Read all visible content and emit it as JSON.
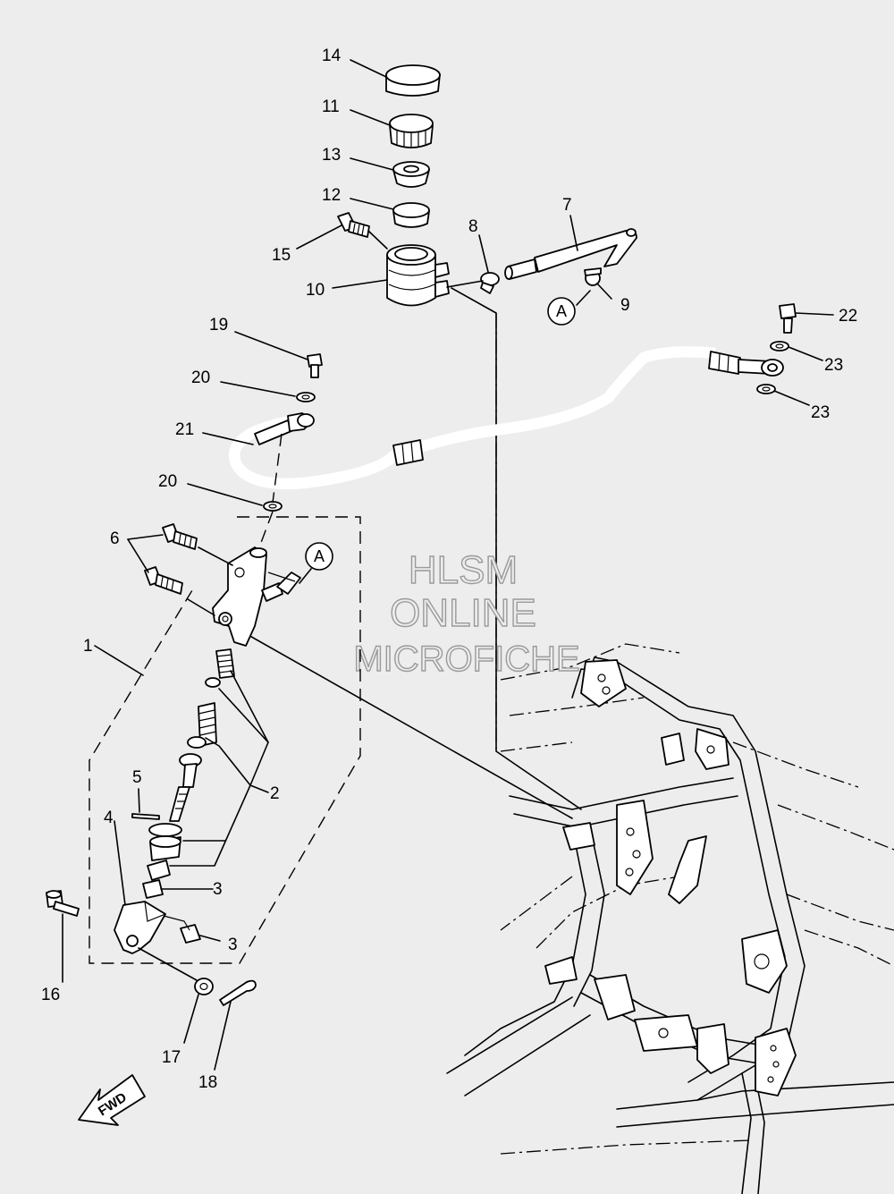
{
  "watermark": {
    "line1": "HLSM",
    "line2": "ONLINE",
    "line3": "MICROFICHE"
  },
  "reference_a": "A",
  "fwd_label": "FWD",
  "callouts": [
    {
      "id": "c14",
      "text": "14"
    },
    {
      "id": "c11",
      "text": "11"
    },
    {
      "id": "c13",
      "text": "13"
    },
    {
      "id": "c12",
      "text": "12"
    },
    {
      "id": "c15",
      "text": "15"
    },
    {
      "id": "c10",
      "text": "10"
    },
    {
      "id": "c8",
      "text": "8"
    },
    {
      "id": "c7",
      "text": "7"
    },
    {
      "id": "c9",
      "text": "9"
    },
    {
      "id": "c19",
      "text": "19"
    },
    {
      "id": "c20a",
      "text": "20"
    },
    {
      "id": "c21",
      "text": "21"
    },
    {
      "id": "c20b",
      "text": "20"
    },
    {
      "id": "c22",
      "text": "22"
    },
    {
      "id": "c23a",
      "text": "23"
    },
    {
      "id": "c23b",
      "text": "23"
    },
    {
      "id": "c6",
      "text": "6"
    },
    {
      "id": "c1",
      "text": "1"
    },
    {
      "id": "c5",
      "text": "5"
    },
    {
      "id": "c2",
      "text": "2"
    },
    {
      "id": "c4",
      "text": "4"
    },
    {
      "id": "c3a",
      "text": "3"
    },
    {
      "id": "c3b",
      "text": "3"
    },
    {
      "id": "c16",
      "text": "16"
    },
    {
      "id": "c17",
      "text": "17"
    },
    {
      "id": "c18",
      "text": "18"
    }
  ]
}
